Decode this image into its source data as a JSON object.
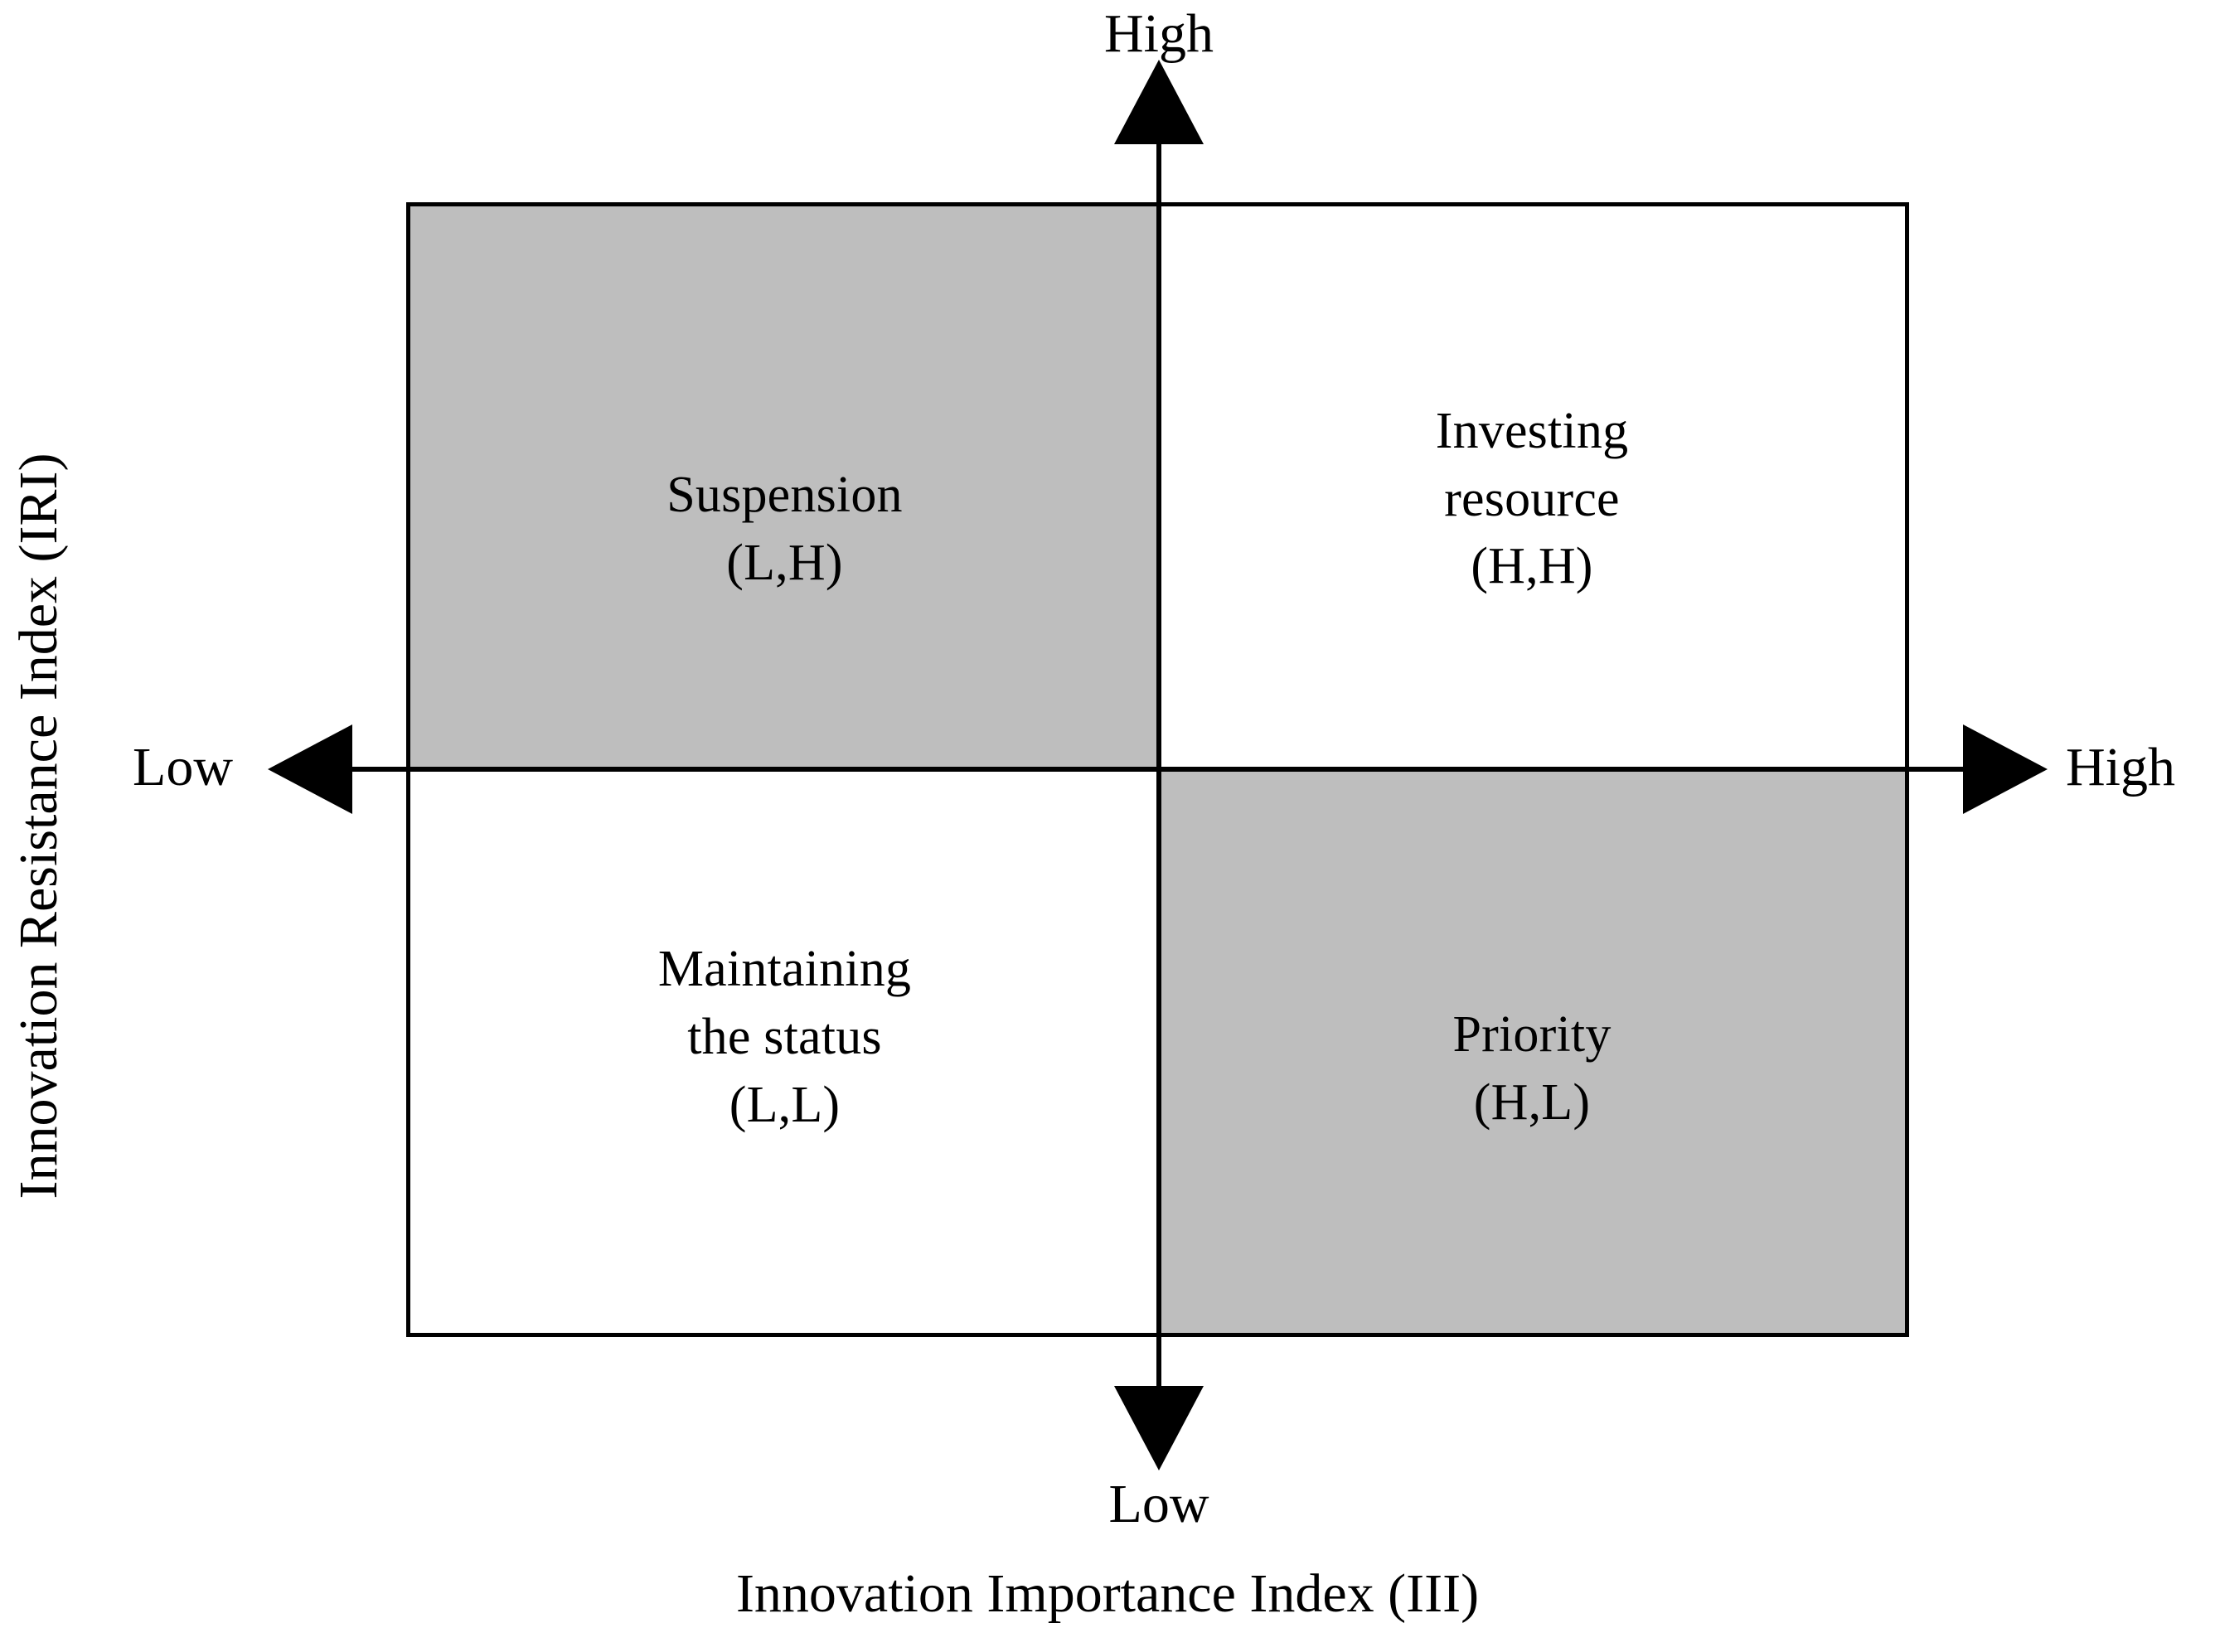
{
  "diagram": {
    "type": "two-by-two-matrix",
    "title": "",
    "x_axis": {
      "title": "Innovation Importance Index (III)",
      "low_label": "Low",
      "high_label": "High",
      "low_end": "bottom",
      "high_end": "right"
    },
    "y_axis": {
      "title": "Innovation Resistance Index (IRI)",
      "low_label": "Low",
      "high_label": "High",
      "low_end": "left",
      "high_end": "top"
    },
    "colors": {
      "shaded_quadrant": "#BEBEBE",
      "plain_quadrant": "#FFFFFF",
      "line": "#000000",
      "text": "#000000"
    },
    "quadrants": [
      {
        "position": "top-left",
        "name": "Suspension",
        "code": "(L,H)",
        "iii": "Low",
        "iri": "High",
        "shaded": true
      },
      {
        "position": "top-right",
        "name_line_1": "Investing",
        "name_line_2": "resource",
        "code": "(H,H)",
        "iii": "High",
        "iri": "High",
        "shaded": false
      },
      {
        "position": "bottom-left",
        "name_line_1": "Maintaining",
        "name_line_2": "the status",
        "code": "(L,L)",
        "iii": "Low",
        "iri": "Low",
        "shaded": false
      },
      {
        "position": "bottom-right",
        "name": "Priority",
        "code": "(H,L)",
        "iii": "High",
        "iri": "Low",
        "shaded": true
      }
    ]
  }
}
